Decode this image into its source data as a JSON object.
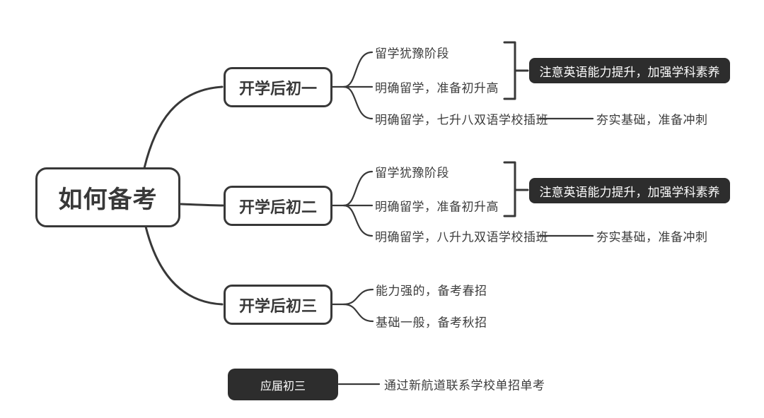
{
  "root": {
    "label": "如何备考"
  },
  "branches": [
    {
      "label": "开学后初一",
      "items": [
        {
          "label": "留学犹豫阶段"
        },
        {
          "label": "明确留学，准备初升高"
        },
        {
          "label": "明确留学，七升八双语学校插班",
          "next": "夯实基础，准备冲刺"
        }
      ],
      "callout": "注意英语能力提升，加强学科素养"
    },
    {
      "label": "开学后初二",
      "items": [
        {
          "label": "留学犹豫阶段"
        },
        {
          "label": "明确留学，准备初升高"
        },
        {
          "label": "明确留学，八升九双语学校插班",
          "next": "夯实基础，准备冲刺"
        }
      ],
      "callout": "注意英语能力提升，加强学科素养"
    },
    {
      "label": "开学后初三",
      "items": [
        {
          "label": "能力强的，备考春招"
        },
        {
          "label": "基础一般，备考秋招"
        }
      ]
    }
  ],
  "standalone": {
    "label": "应届初三",
    "next": "通过新航道联系学校单招单考"
  },
  "colors": {
    "ink": "#383838",
    "dark_node_bg": "#2d2d2d",
    "dark_node_text": "#ffffff",
    "background": "#ffffff"
  }
}
